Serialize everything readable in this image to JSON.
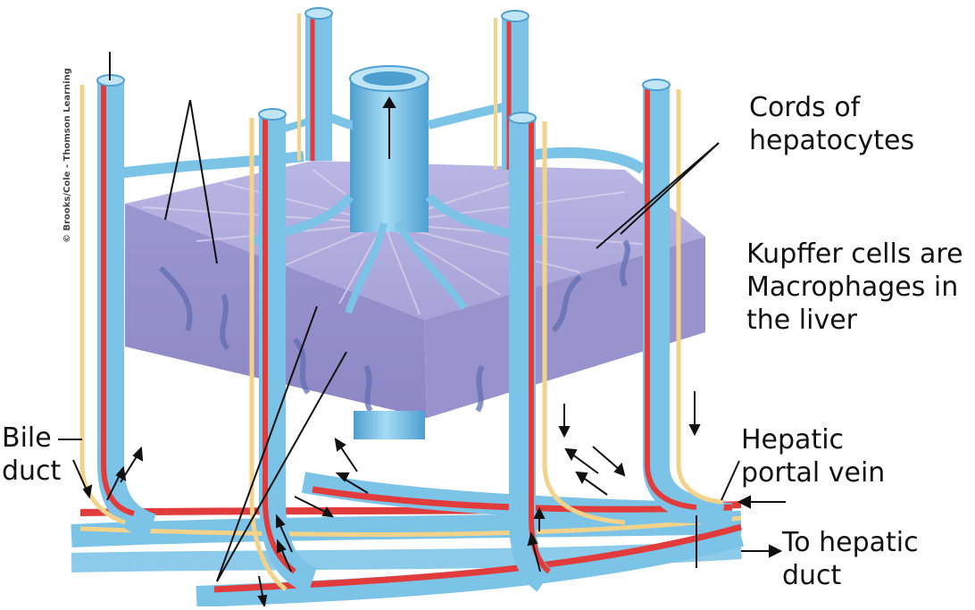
{
  "labels": {
    "cords": [
      "Cords of",
      "hepatocytes"
    ],
    "kupffer": [
      "Kupffer cells are",
      "Macrophages in",
      "the liver"
    ],
    "bile": [
      "Bile",
      "duct"
    ],
    "portal": [
      "Hepatic",
      "portal vein"
    ],
    "hepatic_duct": [
      "To hepatic",
      "duct"
    ]
  },
  "credit": "© Brooks/Cole - Thomson Learning",
  "colors": {
    "vein": "#7cc3e8",
    "vein_dark": "#3f93c6",
    "artery": "#e23b3b",
    "bile": "#f3d28a",
    "lobule": "#a4a1d6",
    "lobule_dark": "#7f7bbf"
  }
}
